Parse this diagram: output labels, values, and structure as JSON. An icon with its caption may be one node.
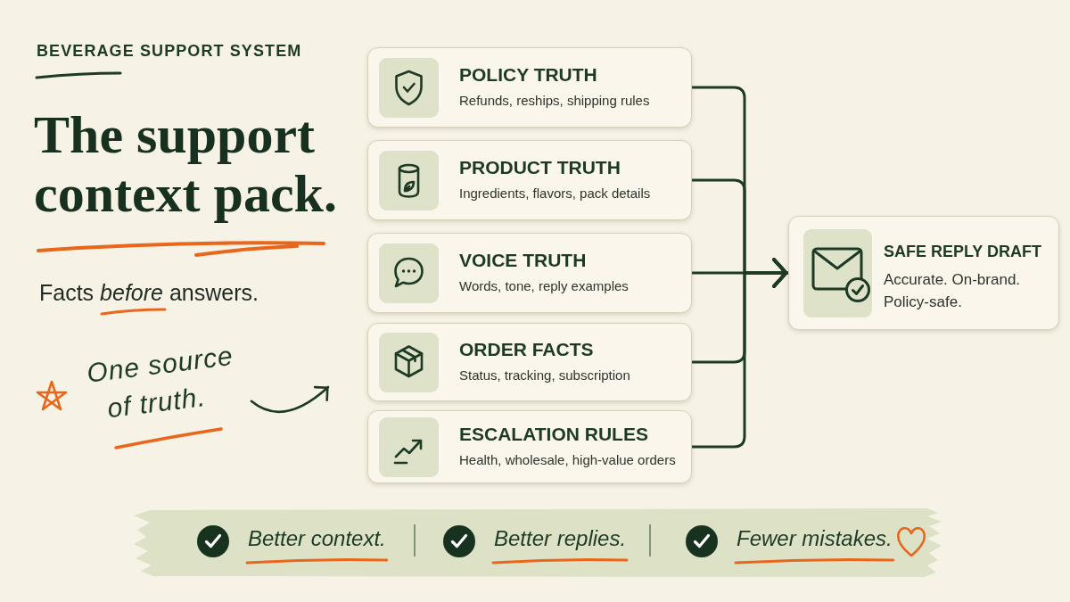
{
  "diagram": {
    "title": "The support context pack.",
    "nodes": [
      {
        "text": [
          "POLICY TRUTH",
          "Refunds, reships, shipping rules"
        ]
      },
      {
        "text": [
          "PRODUCT TRUTH",
          "Ingredients, flavors, pack details"
        ]
      },
      {
        "text": [
          "VOICE TRUTH",
          "Words, tone, reply examples"
        ]
      },
      {
        "text": [
          "ORDER FACTS",
          "Status, tracking, subscription"
        ]
      },
      {
        "text": [
          "ESCALATION RULES",
          "Health, wholesale, high-value orders"
        ]
      },
      {
        "text": [
          "SAFE REPLY DRAFT",
          "Accurate. On-brand. Policy-safe."
        ]
      },
      {
        "text": [
          "One source of truth."
        ]
      }
    ],
    "edges": [
      {
        "from": 0,
        "to": 5,
        "arrow": "to"
      },
      {
        "from": 1,
        "to": 5,
        "arrow": "to"
      },
      {
        "from": 2,
        "to": 5,
        "arrow": "to"
      },
      {
        "from": 3,
        "to": 5,
        "arrow": "to"
      },
      {
        "from": 4,
        "to": 5,
        "arrow": "to"
      },
      {
        "from": 6,
        "to": null,
        "arrow": "to"
      }
    ],
    "labels": [
      "BEVERAGE SUPPORT SYSTEM",
      "Facts *before* answers.",
      "Better context.",
      "Better replies.",
      "Fewer mistakes."
    ]
  }
}
